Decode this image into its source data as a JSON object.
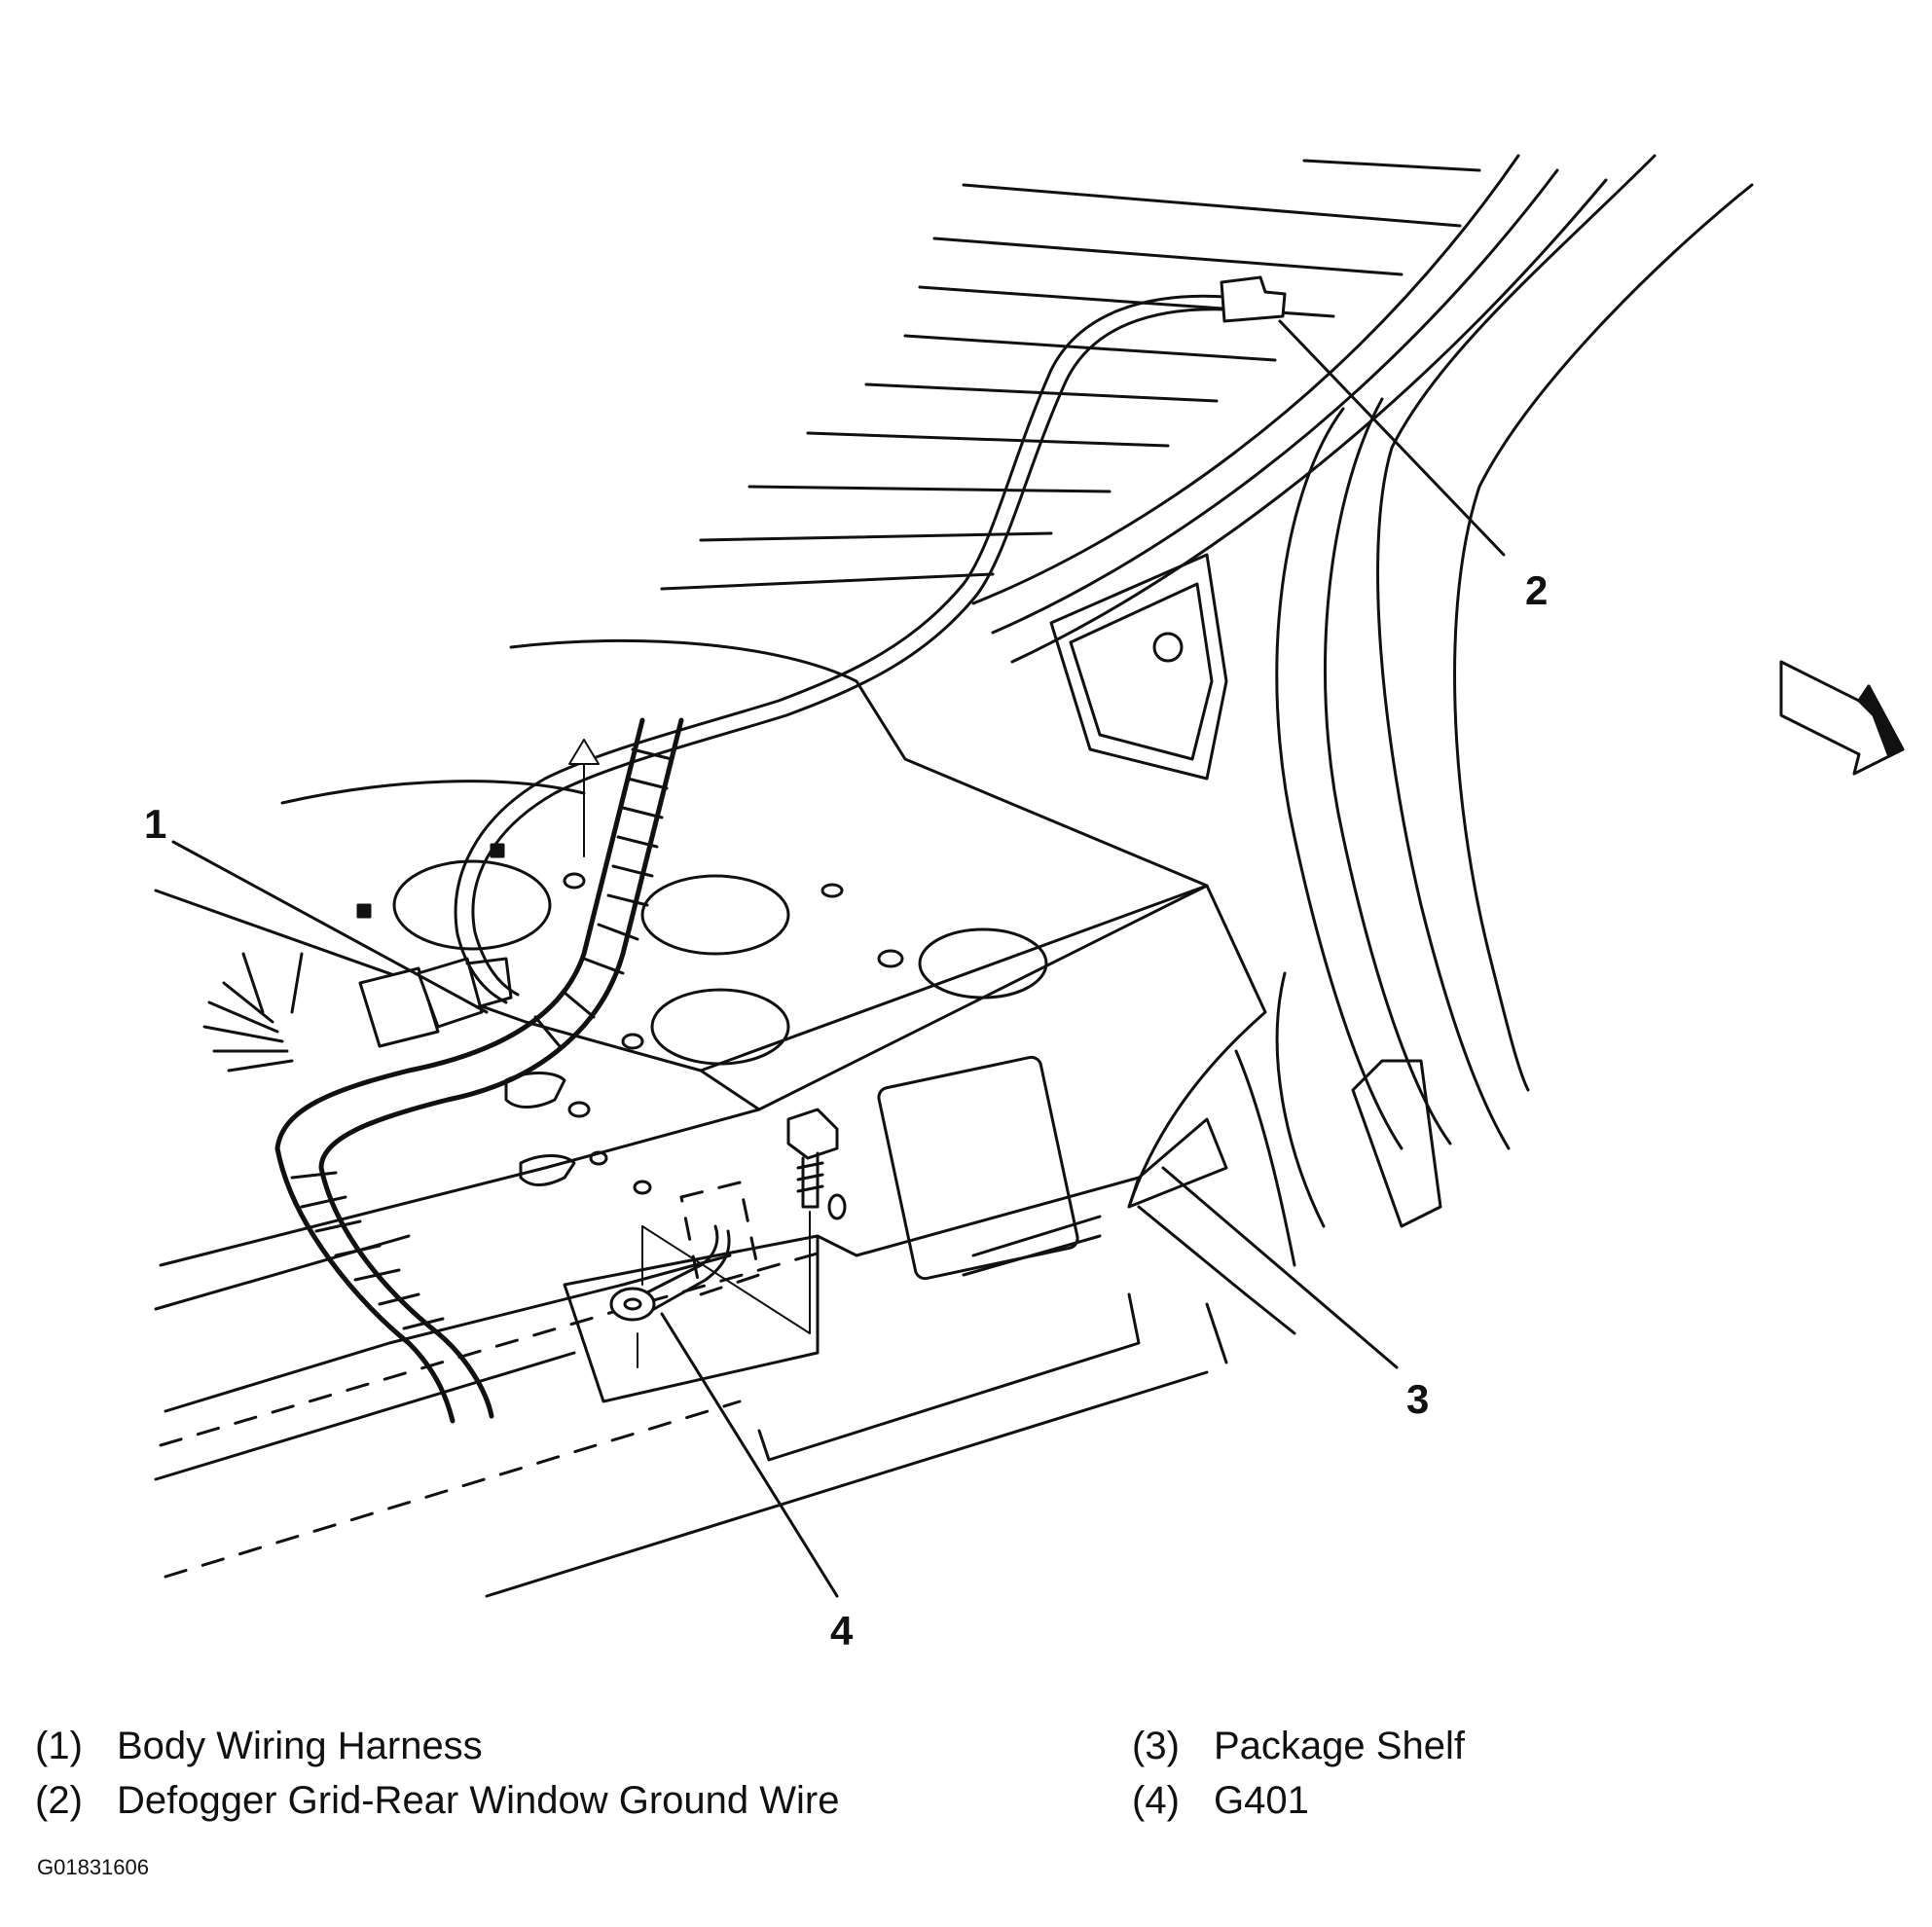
{
  "callouts": [
    "1",
    "2",
    "3",
    "4"
  ],
  "legend": [
    {
      "num": "(1)",
      "label": "Body Wiring Harness"
    },
    {
      "num": "(2)",
      "label": "Defogger Grid-Rear Window Ground Wire"
    },
    {
      "num": "(3)",
      "label": "Package Shelf"
    },
    {
      "num": "(4)",
      "label": "G401"
    }
  ],
  "figure_id": "G01831606",
  "icons": {
    "view_arrow": "arrow-right-down-icon",
    "bolt": "bolt-icon",
    "ground_terminal": "ring-terminal-icon",
    "connector": "connector-icon"
  }
}
